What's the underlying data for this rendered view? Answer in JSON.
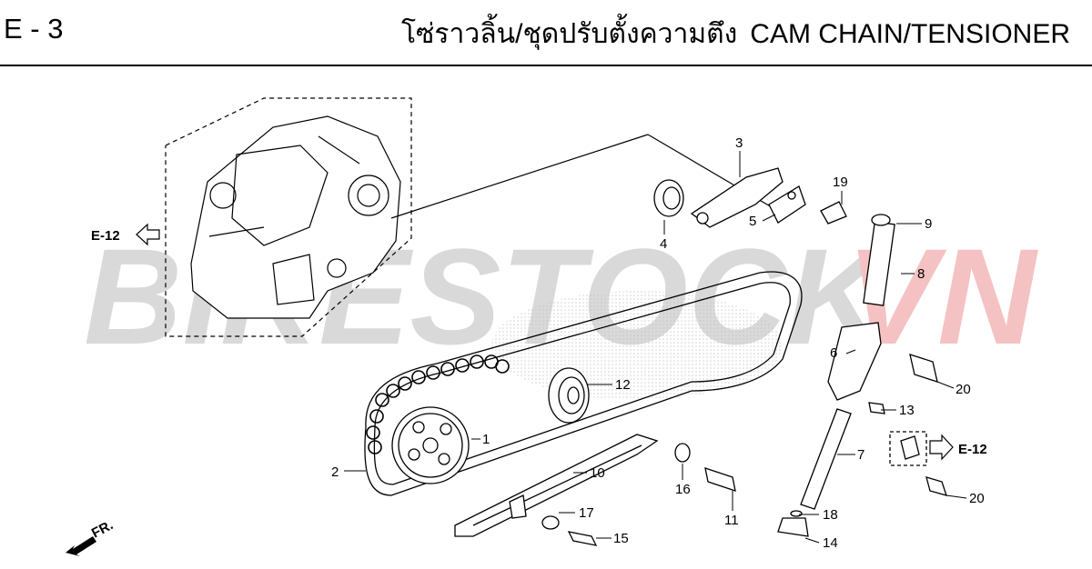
{
  "header": {
    "code": "E - 3",
    "title_th": "โซ่ราวลิ้น/ชุดปรับตั้งความตึง",
    "title_en": "CAM CHAIN/TENSIONER"
  },
  "watermark": {
    "part1": "BIKESTOCK",
    "part2": "VN",
    "color1": "#d9d9d9",
    "color2": "#f4c2c2"
  },
  "refs": {
    "left": "E-12",
    "right": "E-12",
    "fr": "FR."
  },
  "parts": {
    "p1": "1",
    "p2": "2",
    "p3": "3",
    "p4": "4",
    "p5": "5",
    "p6": "6",
    "p7": "7",
    "p8": "8",
    "p9": "9",
    "p10": "10",
    "p11": "11",
    "p12": "12",
    "p13": "13",
    "p14": "14",
    "p15": "15",
    "p16": "16",
    "p17": "17",
    "p18": "18",
    "p19": "19",
    "p20a": "20",
    "p20b": "20"
  }
}
